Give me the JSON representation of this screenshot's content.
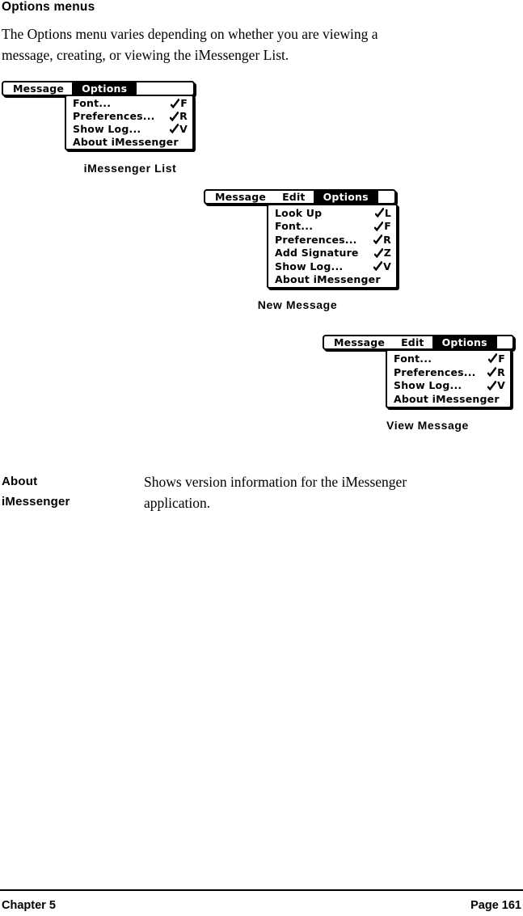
{
  "page": {
    "heading": "Options menus",
    "intro_lines": [
      "The Options menu varies depending on whether you are viewing a",
      "message, creating, or viewing the iMessenger List."
    ]
  },
  "menus": [
    {
      "caption": "iMessenger List",
      "bar": {
        "items": [
          "Message"
        ],
        "active": "Options"
      },
      "dropdown": [
        {
          "label": "Font...",
          "shortcut": "F"
        },
        {
          "label": "Preferences...",
          "shortcut": "R"
        },
        {
          "label": "Show Log...",
          "shortcut": "V"
        },
        {
          "label": "About iMessenger",
          "shortcut": ""
        }
      ]
    },
    {
      "caption": "New Message",
      "bar": {
        "items": [
          "Message",
          "Edit"
        ],
        "active": "Options"
      },
      "dropdown": [
        {
          "label": "Look Up",
          "shortcut": "L"
        },
        {
          "label": "Font...",
          "shortcut": "F"
        },
        {
          "label": "Preferences...",
          "shortcut": "R"
        },
        {
          "label": "Add Signature",
          "shortcut": "Z"
        },
        {
          "label": "Show Log...",
          "shortcut": "V"
        },
        {
          "label": "About iMessenger",
          "shortcut": ""
        }
      ]
    },
    {
      "caption": "View Message",
      "bar": {
        "items": [
          "Message",
          "Edit"
        ],
        "active": "Options"
      },
      "dropdown": [
        {
          "label": "Font...",
          "shortcut": "F"
        },
        {
          "label": "Preferences...",
          "shortcut": "R"
        },
        {
          "label": "Show Log...",
          "shortcut": "V"
        },
        {
          "label": "About iMessenger",
          "shortcut": ""
        }
      ]
    }
  ],
  "definition": {
    "term_lines": [
      "About",
      "iMessenger"
    ],
    "description_lines": [
      "Shows version information for the iMessenger",
      "application."
    ]
  },
  "footer": {
    "left": "Chapter 5",
    "right": "Page 161"
  },
  "colors": {
    "ink": "#000000",
    "paper": "#ffffff"
  }
}
